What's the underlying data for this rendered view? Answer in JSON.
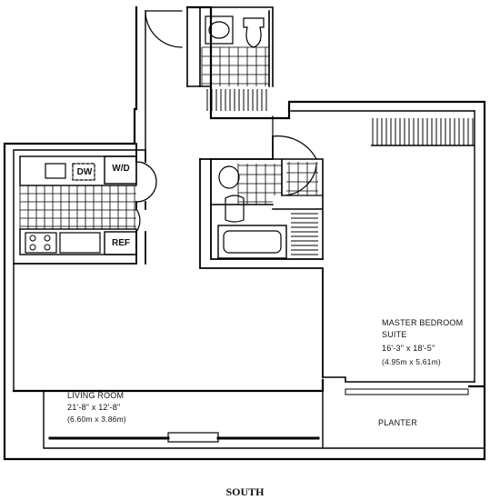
{
  "rooms": {
    "living": {
      "name": "LIVING ROOM",
      "dims_imperial": "21'-8\" x 12'-8\"",
      "dims_metric": "(6.60m x 3.86m)"
    },
    "master": {
      "name_line1": "MASTER BEDROOM",
      "name_line2": "SUITE",
      "dims_imperial": "16'-3\" x 18'-5\"",
      "dims_metric": "(4.95m x 5.61m)"
    },
    "planter": "PLANTER"
  },
  "appliances": {
    "dishwasher": "DW",
    "washer_dryer": "W/D",
    "refrigerator": "REF"
  },
  "orientation": "SOUTH"
}
